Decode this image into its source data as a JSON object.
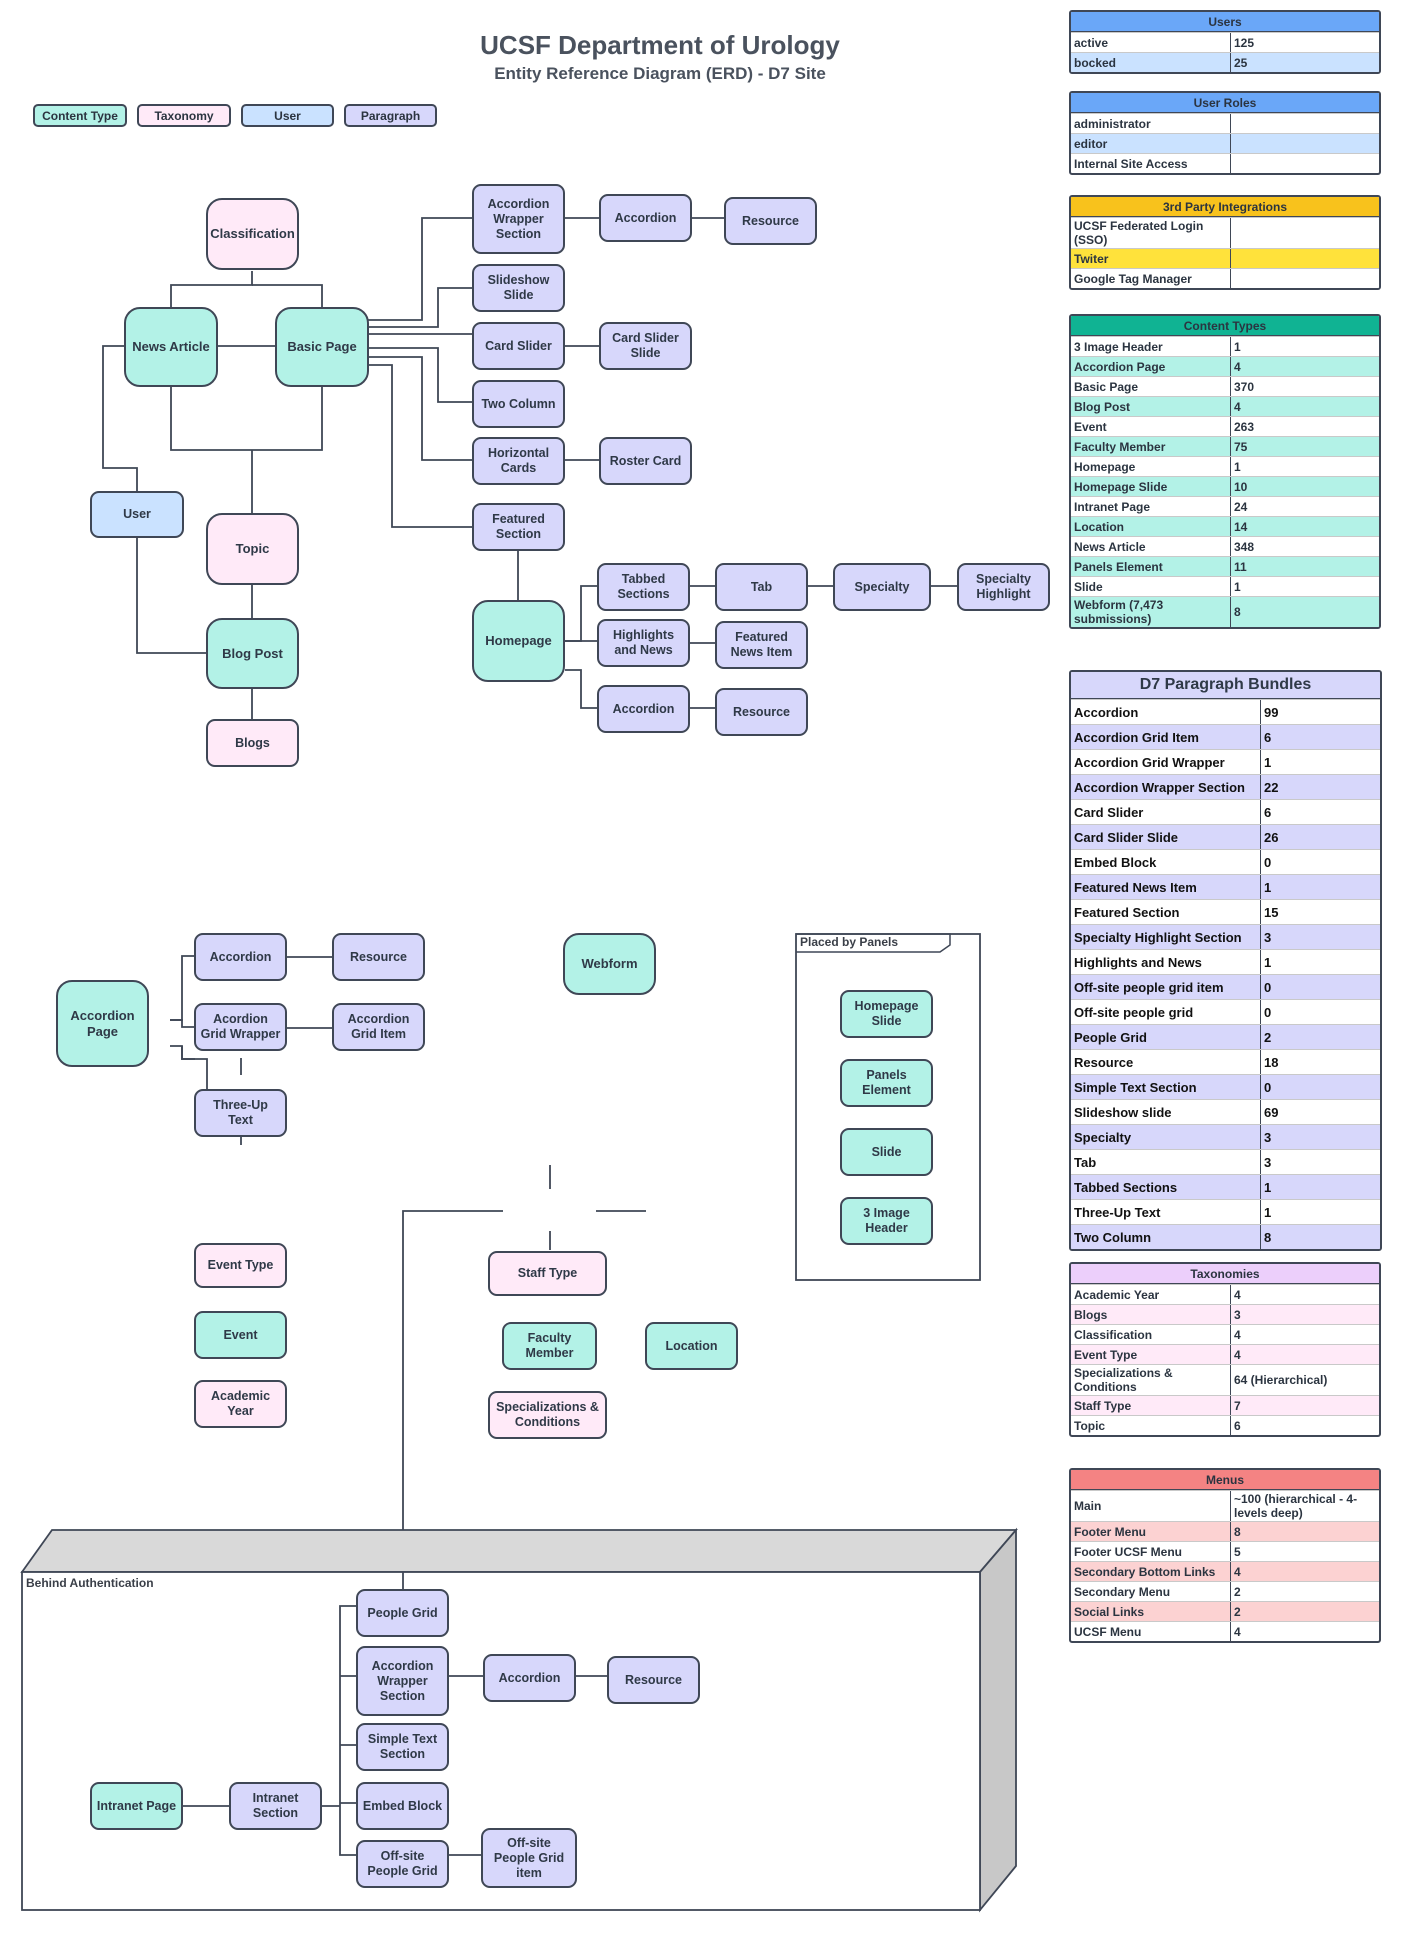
{
  "header": {
    "title": "UCSF Department of Urology",
    "subtitle": "Entity Reference Diagram (ERD) - D7 Site"
  },
  "legend": {
    "content_type": "Content Type",
    "taxonomy": "Taxonomy",
    "user": "User",
    "paragraph": "Paragraph"
  },
  "colors": {
    "content_type": "#b3f2e7",
    "taxonomy": "#ffeaf8",
    "user": "#cae2ff",
    "paragraph": "#d7d7fb",
    "users_header": "#6aa7f8",
    "integrations_header": "#f8c21c",
    "integrations_highlight": "#ffe23b",
    "content_types_header": "#10b393",
    "taxonomies_header": "#eccffb",
    "menus_header": "#f48383"
  },
  "containers": {
    "panels": "Placed by Panels",
    "auth": "Behind Authentication"
  },
  "nodes": {
    "classification": "Classification",
    "news_article": "News Article",
    "basic_page": "Basic Page",
    "user": "User",
    "topic": "Topic",
    "blog_post": "Blog Post",
    "blogs": "Blogs",
    "acc_wrapper_section": "Accordion Wrapper Section",
    "accordion_1": "Accordion",
    "resource_1": "Resource",
    "slideshow_slide": "Slideshow Slide",
    "card_slider": "Card Slider",
    "card_slider_slide": "Card Slider Slide",
    "two_column": "Two Column",
    "horizontal_cards": "Horizontal Cards",
    "roster_card": "Roster Card",
    "featured_section": "Featured Section",
    "homepage": "Homepage",
    "tabbed_sections": "Tabbed Sections",
    "tab": "Tab",
    "specialty": "Specialty",
    "specialty_highlight": "Specialty Highlight",
    "highlights_news": "Highlights and News",
    "featured_news_item": "Featured News Item",
    "accordion_2": "Accordion",
    "resource_2": "Resource",
    "accordion_page": "Accordion Page",
    "accordion_3": "Accordion",
    "resource_3": "Resource",
    "acordion_grid_wrapper": "Acordion Grid Wrapper",
    "accordion_grid_item": "Accordion Grid Item",
    "three_up_text": "Three-Up Text",
    "webform": "Webform",
    "homepage_slide": "Homepage Slide",
    "panels_element": "Panels Element",
    "slide": "Slide",
    "three_image_header": "3 Image Header",
    "event_type": "Event Type",
    "event": "Event",
    "academic_year": "Academic Year",
    "staff_type": "Staff Type",
    "faculty_member": "Faculty Member",
    "location": "Location",
    "specializations": "Specializations & Conditions",
    "people_grid": "People Grid",
    "acc_wrapper_section_2": "Accordion Wrapper Section",
    "accordion_4": "Accordion",
    "resource_4": "Resource",
    "simple_text_section": "Simple Text Section",
    "embed_block": "Embed Block",
    "offsite_people_grid": "Off-site People Grid",
    "offsite_people_grid_item": "Off-site People Grid item",
    "intranet_page": "Intranet Page",
    "intranet_section": "Intranet Section"
  },
  "tables": {
    "users": {
      "title": "Users",
      "rows": [
        [
          "active",
          "125"
        ],
        [
          "bocked",
          "25"
        ]
      ]
    },
    "user_roles": {
      "title": "User Roles",
      "rows": [
        [
          "administrator",
          ""
        ],
        [
          "editor",
          ""
        ],
        [
          "Internal Site Access",
          ""
        ]
      ]
    },
    "integrations": {
      "title": "3rd Party Integrations",
      "rows": [
        [
          "UCSF Federated Login (SSO)",
          ""
        ],
        [
          "Twiter",
          ""
        ],
        [
          "Google Tag Manager",
          ""
        ]
      ]
    },
    "content_types": {
      "title": "Content Types",
      "rows": [
        [
          "3 Image Header",
          "1"
        ],
        [
          "Accordion Page",
          "4"
        ],
        [
          "Basic Page",
          "370"
        ],
        [
          "Blog Post",
          "4"
        ],
        [
          "Event",
          "263"
        ],
        [
          "Faculty Member",
          "75"
        ],
        [
          "Homepage",
          "1"
        ],
        [
          "Homepage Slide",
          "10"
        ],
        [
          "Intranet Page",
          "24"
        ],
        [
          "Location",
          "14"
        ],
        [
          "News Article",
          "348"
        ],
        [
          "Panels Element",
          "11"
        ],
        [
          "Slide",
          "1"
        ],
        [
          "Webform (7,473 submissions)",
          "8"
        ]
      ]
    },
    "paragraphs": {
      "title": "D7 Paragraph Bundles",
      "rows": [
        [
          "Accordion",
          "99"
        ],
        [
          "Accordion Grid Item",
          "6"
        ],
        [
          "Accordion Grid Wrapper",
          "1"
        ],
        [
          "Accordion Wrapper Section",
          "22"
        ],
        [
          "Card Slider",
          "6"
        ],
        [
          "Card Slider Slide",
          "26"
        ],
        [
          "Embed Block",
          "0"
        ],
        [
          "Featured News Item",
          "1"
        ],
        [
          "Featured Section",
          "15"
        ],
        [
          "Specialty Highlight Section",
          "3"
        ],
        [
          "Highlights and News",
          "1"
        ],
        [
          "Off-site people grid item",
          "0"
        ],
        [
          "Off-site people grid",
          "0"
        ],
        [
          "People Grid",
          "2"
        ],
        [
          "Resource",
          "18"
        ],
        [
          "Simple Text Section",
          "0"
        ],
        [
          "Slideshow slide",
          "69"
        ],
        [
          "Specialty",
          "3"
        ],
        [
          "Tab",
          "3"
        ],
        [
          "Tabbed Sections",
          "1"
        ],
        [
          "Three-Up Text",
          "1"
        ],
        [
          "Two Column",
          "8"
        ]
      ]
    },
    "taxonomies": {
      "title": "Taxonomies",
      "rows": [
        [
          "Academic Year",
          "4"
        ],
        [
          "Blogs",
          "3"
        ],
        [
          "Classification",
          "4"
        ],
        [
          "Event Type",
          "4"
        ],
        [
          "Specializations & Conditions",
          "64 (Hierarchical)"
        ],
        [
          "Staff Type",
          "7"
        ],
        [
          "Topic",
          "6"
        ]
      ]
    },
    "menus": {
      "title": "Menus",
      "rows": [
        [
          "Main",
          "~100 (hierarchical - 4-levels deep)"
        ],
        [
          "Footer Menu",
          "8"
        ],
        [
          "Footer UCSF Menu",
          "5"
        ],
        [
          "Secondary Bottom Links",
          "4"
        ],
        [
          "Secondary Menu",
          "2"
        ],
        [
          "Social Links",
          "2"
        ],
        [
          "UCSF Menu",
          "4"
        ]
      ]
    }
  }
}
